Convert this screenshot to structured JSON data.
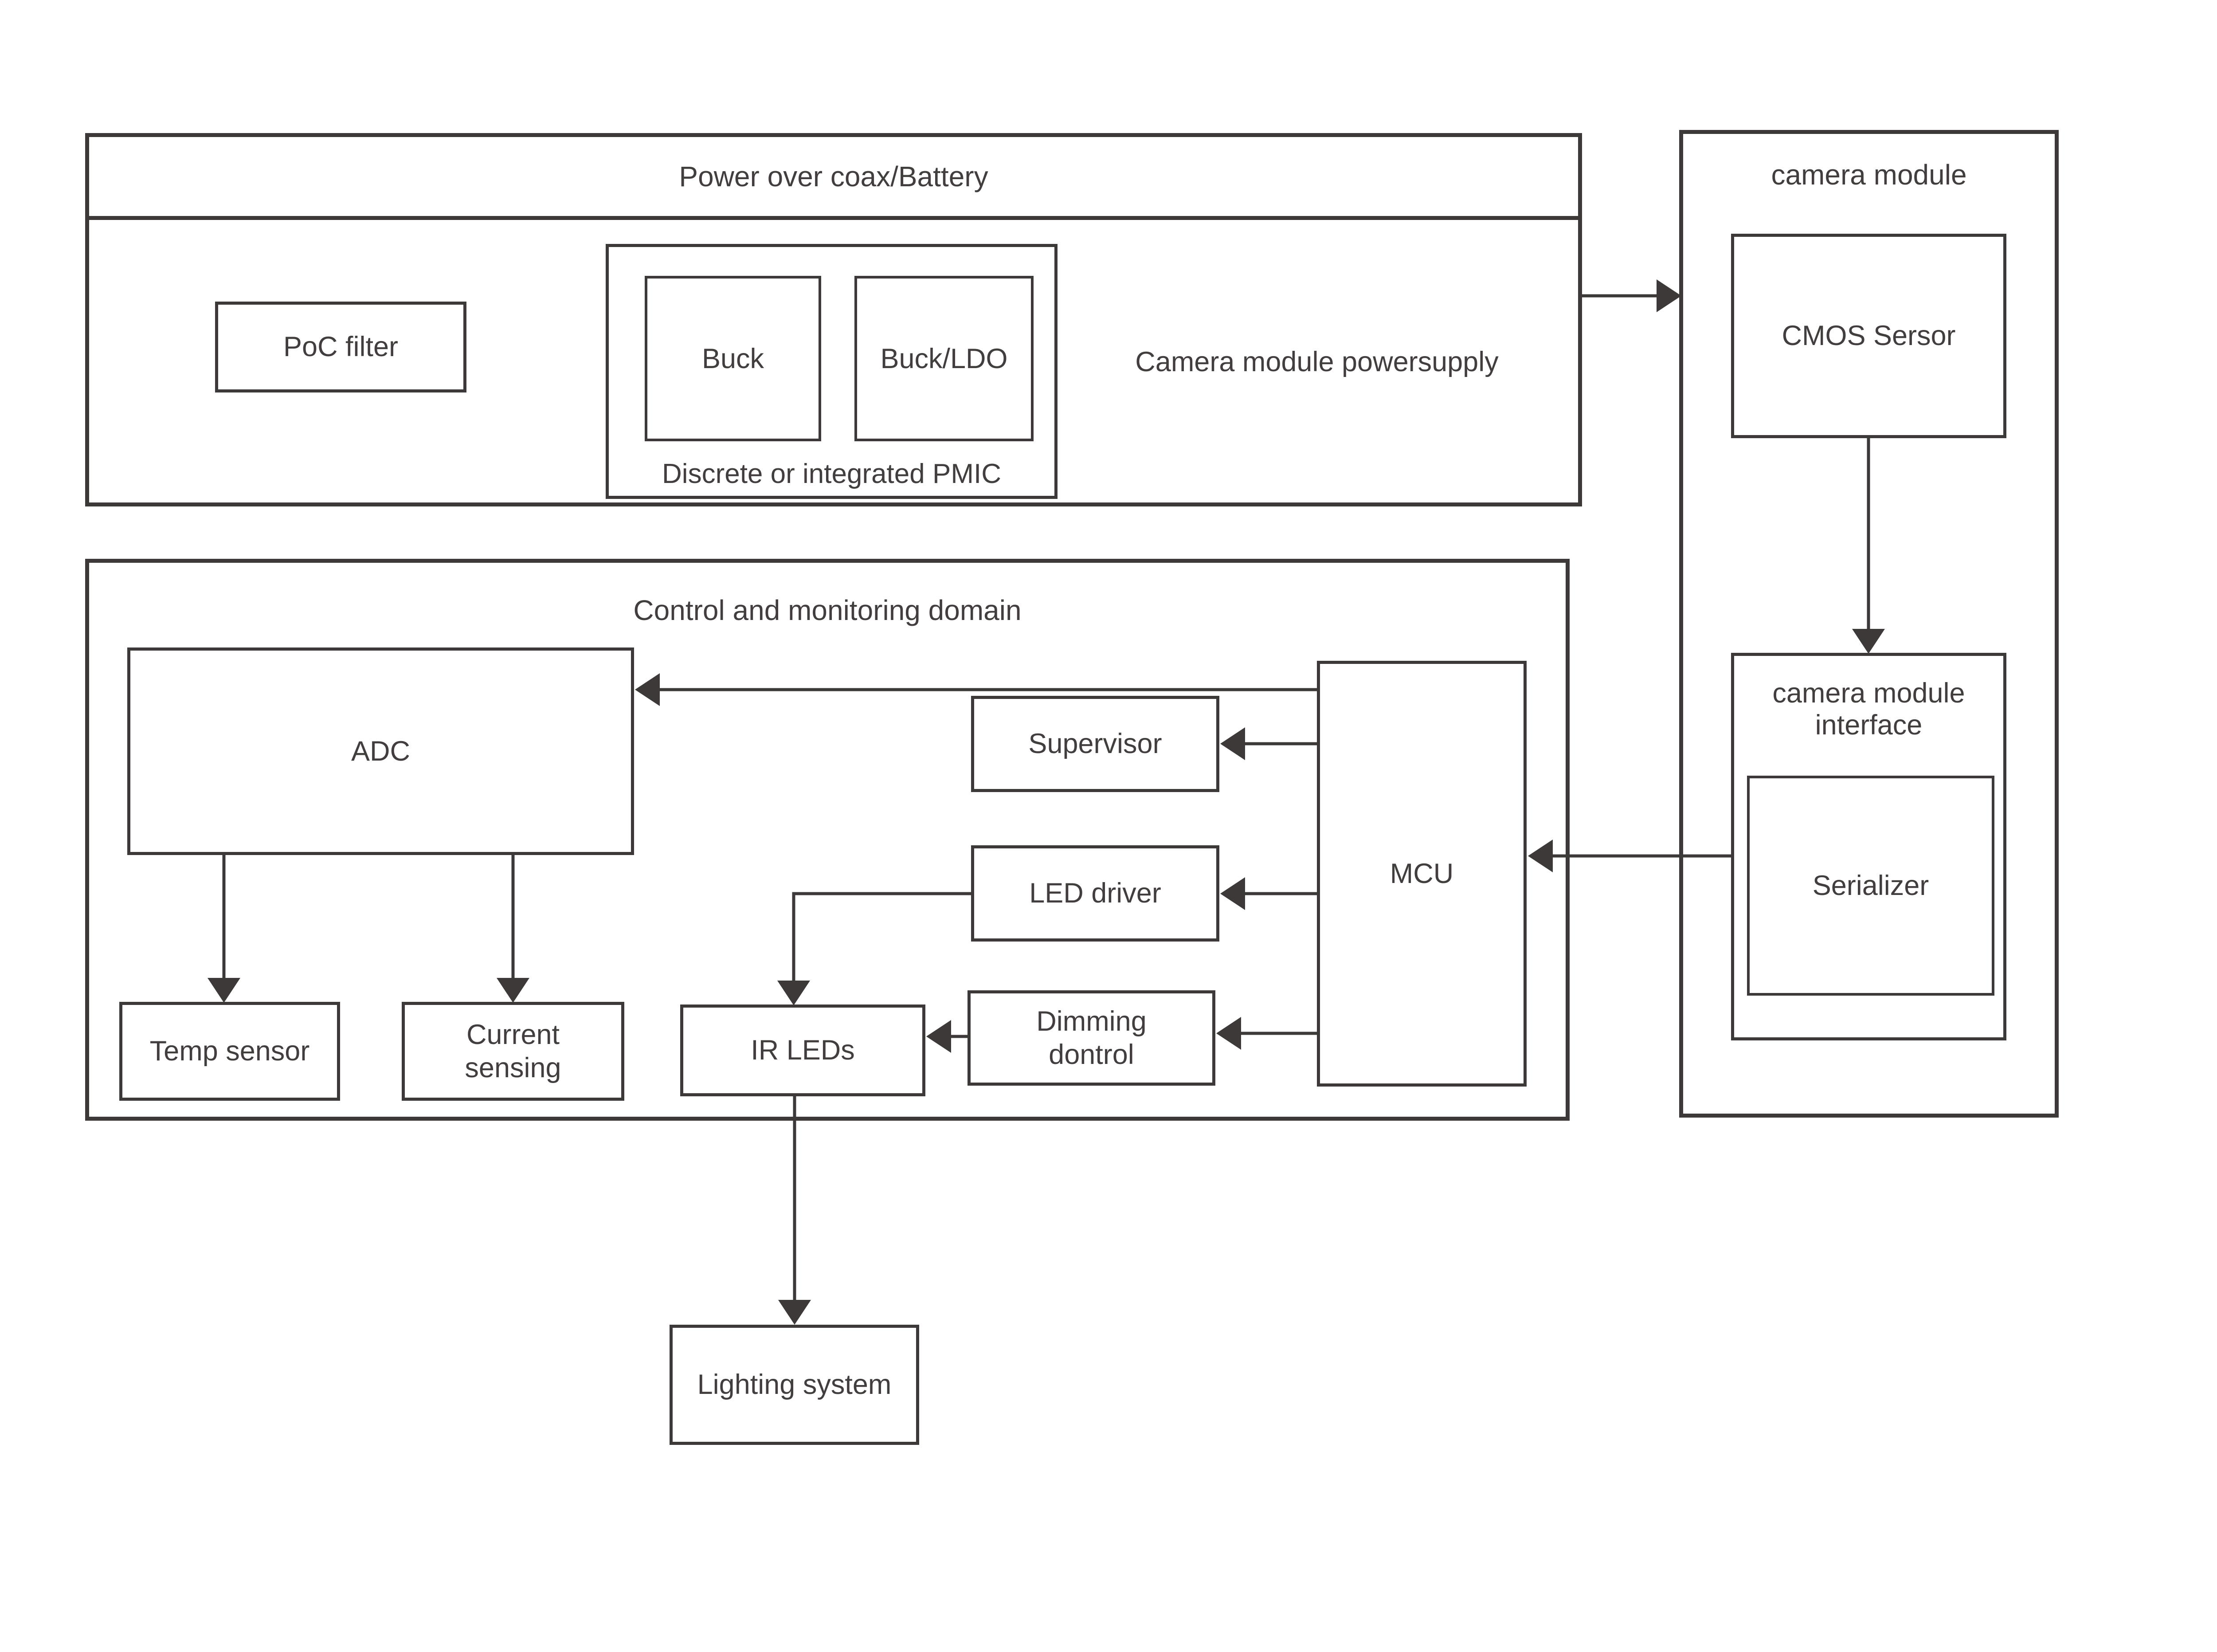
{
  "colors": {
    "line": "#3d3939",
    "text": "#433e3e",
    "background": "#ffffff"
  },
  "power_domain": {
    "title": "Power over coax/Battery",
    "poc_filter_label": "PoC filter",
    "buck_label": "Buck",
    "buck_ldo_label": "Buck/LDO",
    "pmic_label": "Discrete or integrated PMIC",
    "powersupply_label": "Camera module powersupply"
  },
  "control_domain": {
    "title": "Control and monitoring domain",
    "adc_label": "ADC",
    "supervisor_label": "Supervisor",
    "led_driver_label": "LED driver",
    "dimming_control_label": "Dimming dontrol",
    "mcu_label": "MCU",
    "temp_sensor_label": "Temp sensor",
    "current_sensing_label": "Current sensing",
    "ir_leds_label": "IR LEDs"
  },
  "camera_module": {
    "title": "camera module",
    "cmos_sensor_label": "CMOS Sersor",
    "interface_label": "camera module interface",
    "serializer_label": "Serializer"
  },
  "lighting_system_label": "Lighting system"
}
